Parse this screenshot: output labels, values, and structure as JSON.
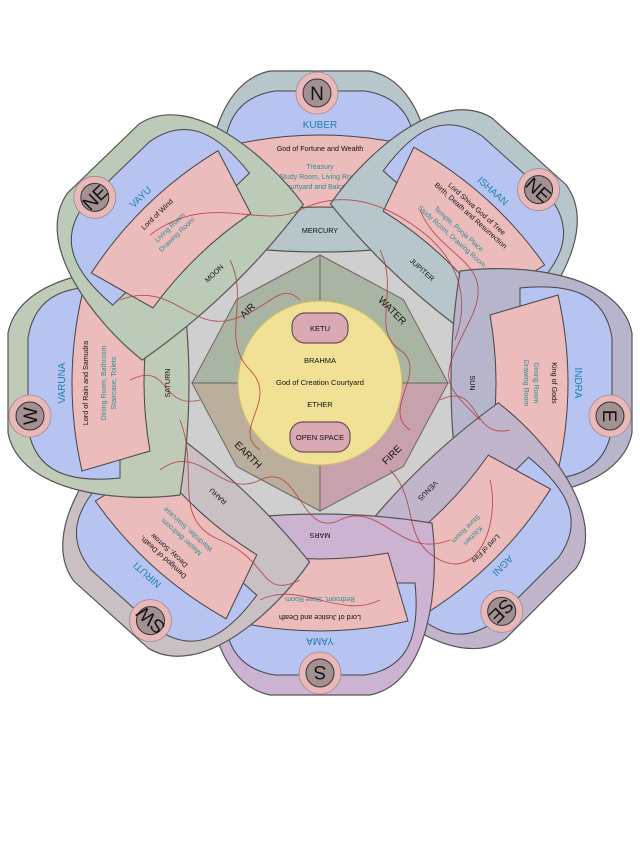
{
  "center": {
    "top_box": "KETU",
    "bottom_box": "OPEN SPACE",
    "line1": "BRAHMA",
    "line2": "God of Creation Courtyard",
    "line3": "ETHER"
  },
  "elements": [
    "AIR",
    "WATER",
    "FIRE",
    "EARTH"
  ],
  "petals": [
    {
      "id": "n",
      "letter": "N",
      "deity": "KUBER",
      "role": [
        "God of Fortune and Wealth"
      ],
      "rooms": [
        "Treasury",
        "Study Room, Living Room",
        "Courtyard and Balconies"
      ],
      "planet": "MERCURY"
    },
    {
      "id": "ne-ishaan",
      "letter": "NE",
      "deity": "ISHAAN",
      "role": [
        "Lord Shiva God of Tree",
        "Birth, Death and Resurrection"
      ],
      "rooms": [
        "Temple, Pooja Place",
        "Study Room, Drawing Room"
      ],
      "planet": "JUPITER"
    },
    {
      "id": "e",
      "letter": "E",
      "deity": "INDRA",
      "role": [
        "King of Gods"
      ],
      "rooms": [
        "Dining Room",
        "Drawing Room"
      ],
      "planet": "SUN"
    },
    {
      "id": "se",
      "letter": "SE",
      "deity": "AGNI",
      "role": [
        "Lord of Fire"
      ],
      "rooms": [
        "Kitchen",
        "Store Room"
      ],
      "planet": "VENUS"
    },
    {
      "id": "s",
      "letter": "S",
      "deity": "YAMA",
      "role": [
        "Lord of Justice and Death"
      ],
      "rooms": [
        "Bedroom, Store Room"
      ],
      "planet": "MARS"
    },
    {
      "id": "sw",
      "letter": "SW",
      "deity": "NIRUTI",
      "role": [
        "Demigod of Death,",
        "Decay, Sorrow"
      ],
      "rooms": [
        "Master Bedroom",
        "Wardrobe, Staircase"
      ],
      "planet": "RAHU"
    },
    {
      "id": "w",
      "letter": "W",
      "deity": "VARUNA",
      "role": [
        "Lord of Rain and Samudra"
      ],
      "rooms": [
        "Dining Room, Bathroom",
        "Staircase, Toilets"
      ],
      "planet": "SATURN"
    },
    {
      "id": "ne-vayu",
      "letter": "NE",
      "deity": "VAYU",
      "role": [
        "Lord of Wind"
      ],
      "rooms": [
        "Living Room",
        "Drawing Room"
      ],
      "planet": "MOON"
    }
  ]
}
